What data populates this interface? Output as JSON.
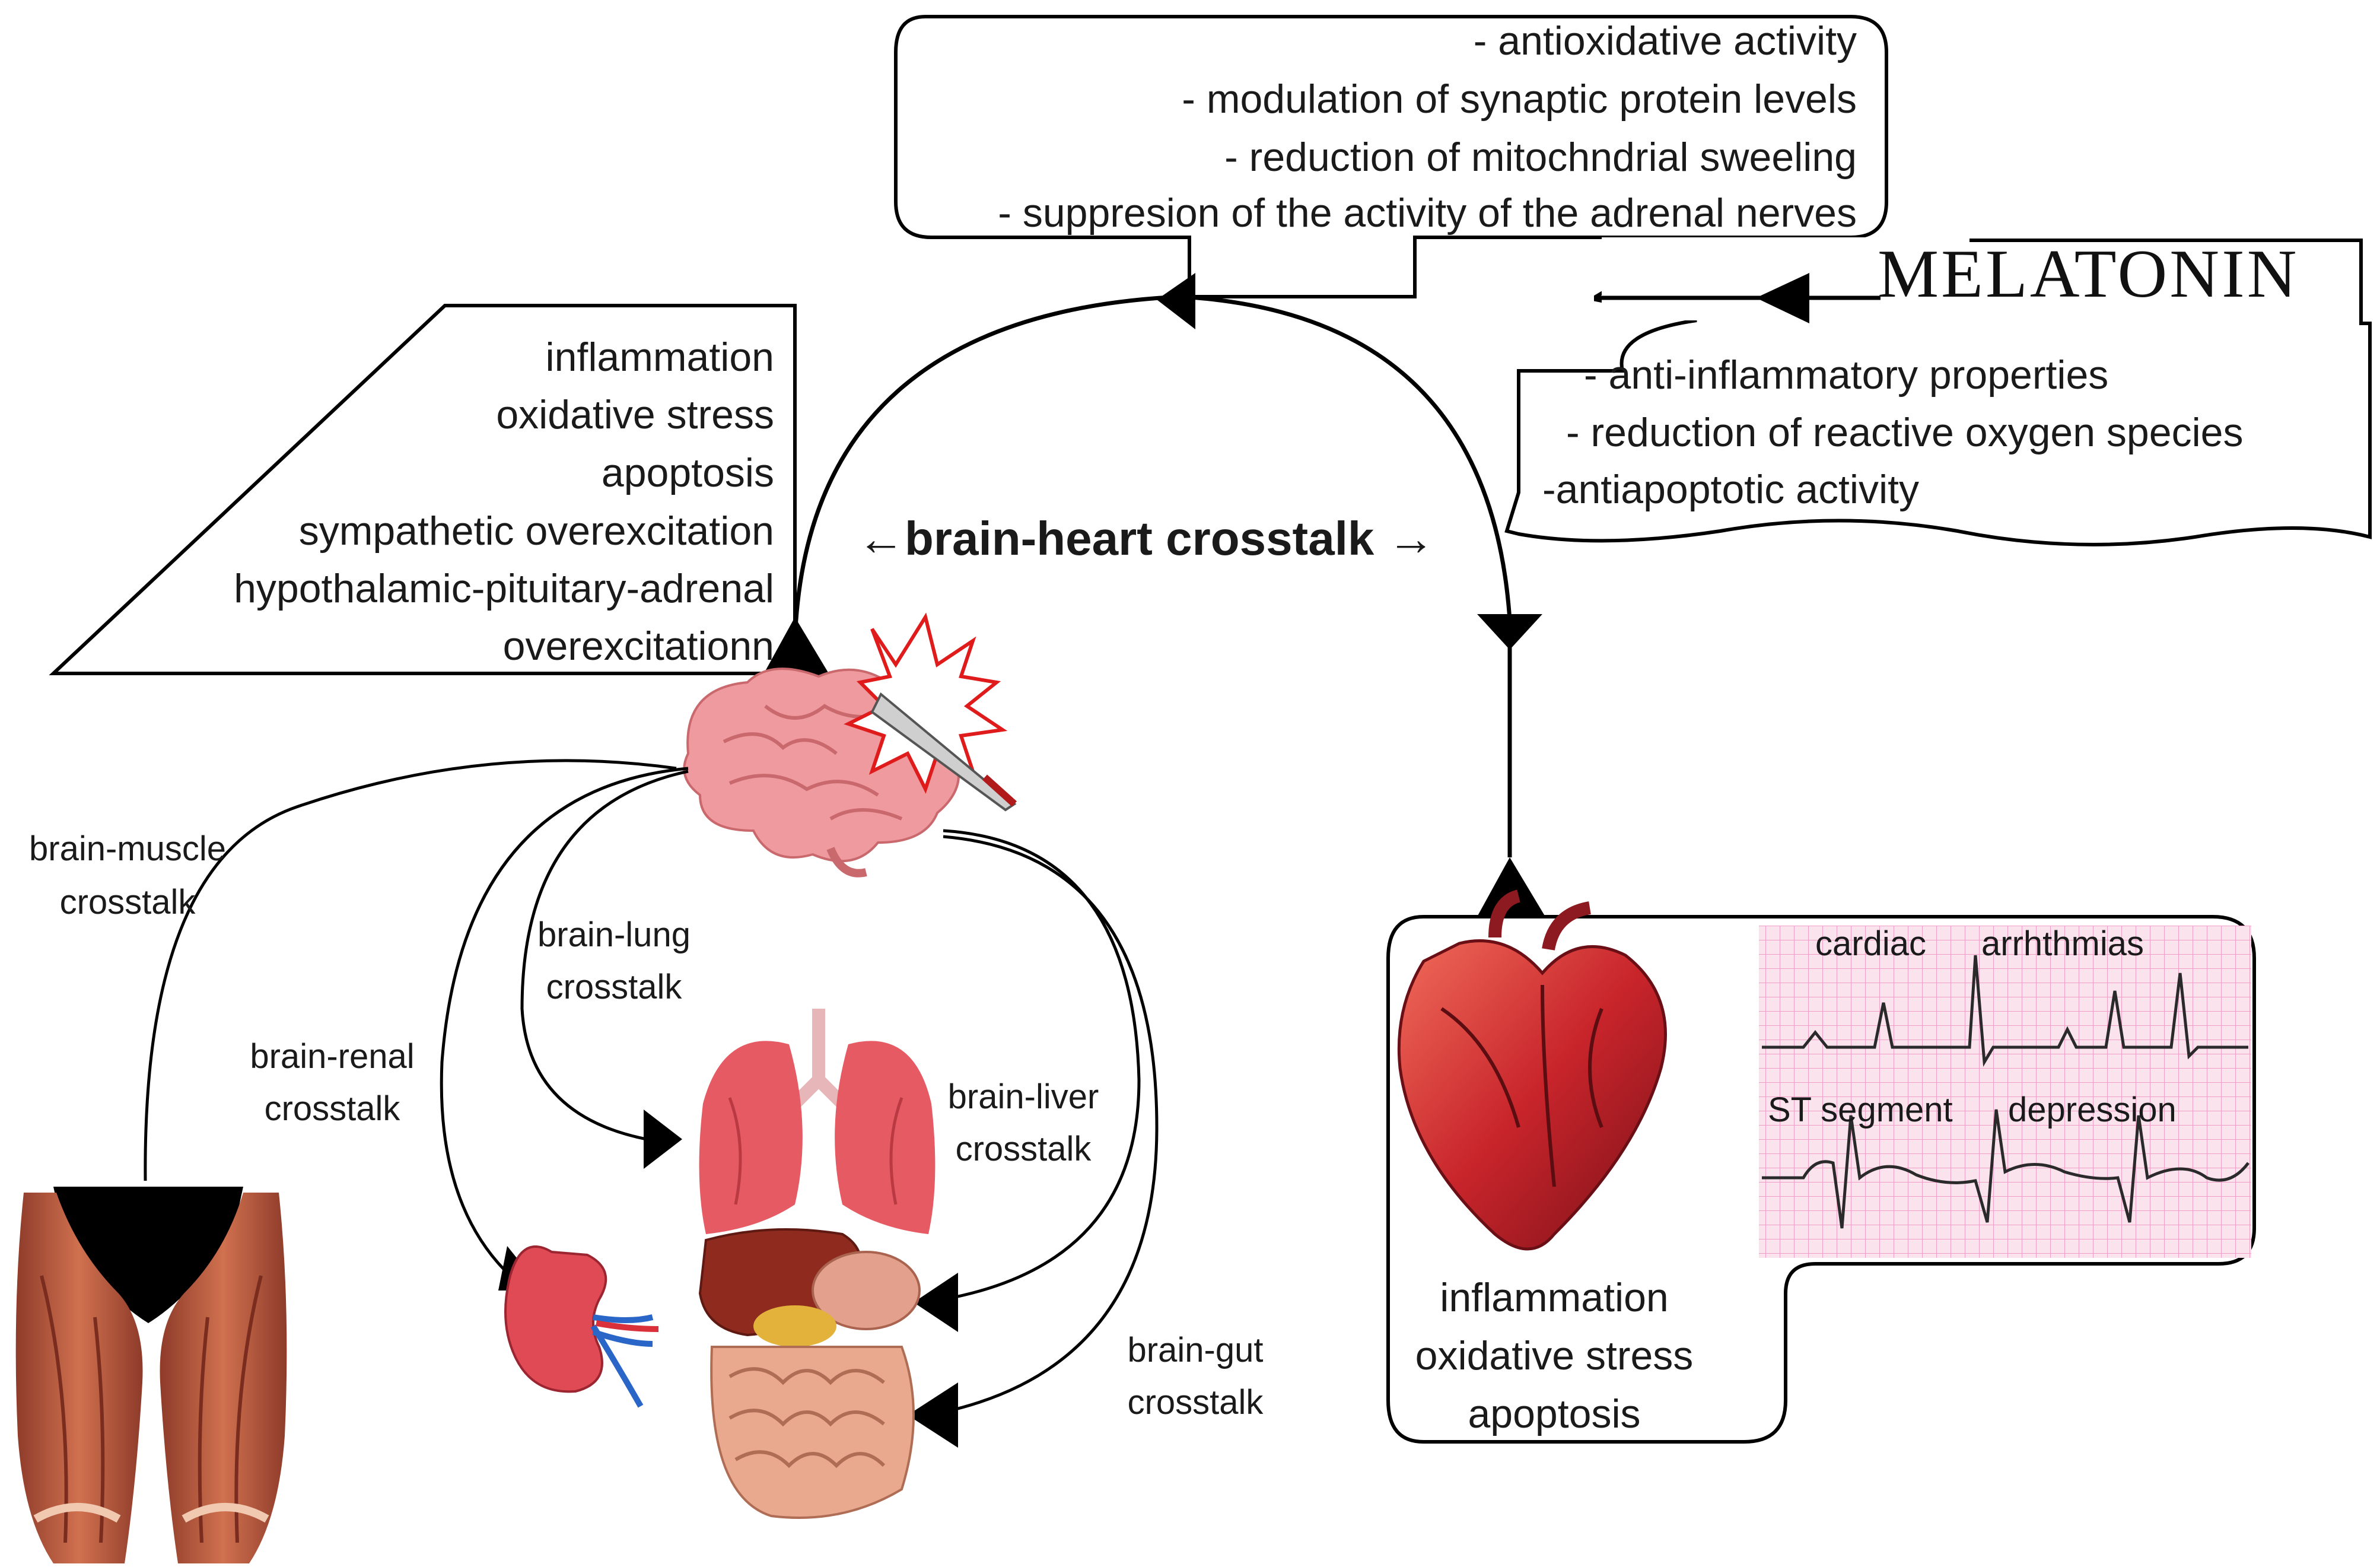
{
  "top_box": {
    "items": [
      "-  antioxidative activity",
      "-  modulation of synaptic protein levels",
      "- reduction of mitochndrial sweeling",
      "- suppresion of  the activity of the adrenal nerves"
    ]
  },
  "melatonin": {
    "label": "MELATONIN",
    "items": [
      "- anti-inflammatory properties",
      "- reduction of reactive oxygen species",
      "-antiapoptotic activity"
    ]
  },
  "left_box": {
    "items": [
      "inflammation",
      "oxidative stress",
      "apoptosis",
      "sympathetic overexcitation",
      "hypothalamic-pituitary-adrenal",
      "overexcitationn"
    ]
  },
  "center_label": "←brain-heart crosstalk →",
  "crosstalks": {
    "muscle": [
      "brain-muscle",
      "crosstalk"
    ],
    "lung": [
      "brain-lung",
      "crosstalk"
    ],
    "renal": [
      "brain-renal",
      "crosstalk"
    ],
    "liver": [
      "brain-liver",
      "crosstalk"
    ],
    "gut": [
      "brain-gut",
      "crosstalk"
    ]
  },
  "heart_box": {
    "ecg_top": [
      "cardiac",
      "arrhthmias"
    ],
    "ecg_bottom": [
      "ST segment",
      "depression"
    ],
    "items": [
      "inflammation",
      "oxidative stress",
      "apoptosis"
    ]
  },
  "colors": {
    "organ_red": "#d9454d",
    "brain_pink": "#ef9a9e",
    "muscle": "#b8563e",
    "ecg_grid": "#f2a9c9"
  }
}
